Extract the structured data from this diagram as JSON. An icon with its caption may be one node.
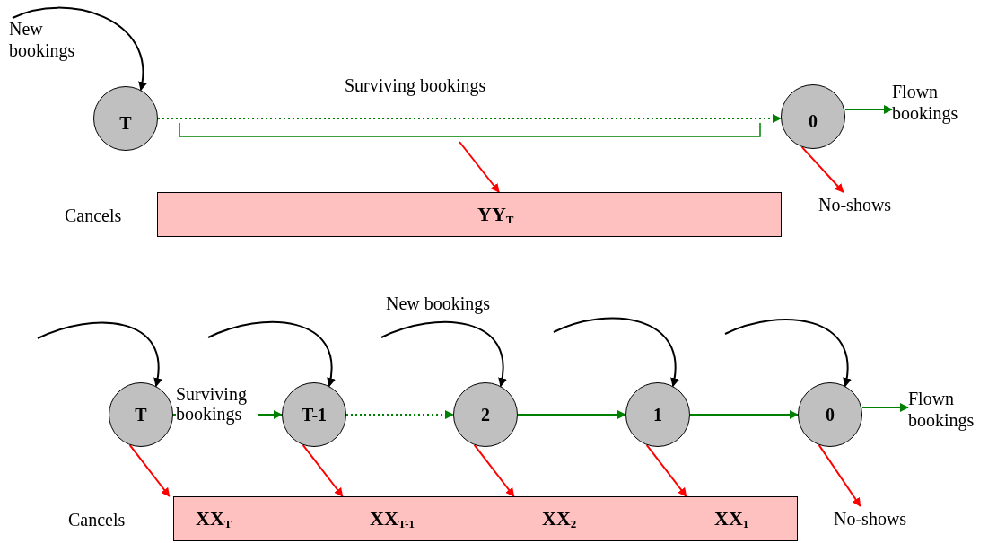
{
  "diagram": {
    "nodes": [
      {
        "text": [
          "New bookings"
        ]
      },
      {
        "text": [
          "T"
        ]
      },
      {
        "text": [
          "0"
        ]
      },
      {
        "text": [
          "Flown bookings"
        ]
      },
      {
        "text": [
          "No-shows"
        ]
      },
      {
        "text": [
          "YY$_{T}$"
        ],
        "beside": [
          "Cancels"
        ]
      },
      {
        "text": [
          "T"
        ]
      },
      {
        "text": [
          "T-1"
        ]
      },
      {
        "text": [
          "2"
        ]
      },
      {
        "text": [
          "1"
        ]
      },
      {
        "text": [
          "0"
        ]
      },
      {
        "text": [
          "Flown bookings"
        ]
      },
      {
        "text": [
          "No-shows"
        ]
      },
      {
        "text": [
          "XX$_{T}$",
          "XX$_{T-1}$",
          "XX$_{2}$",
          "XX$_{1}$"
        ],
        "beside": [
          "Cancels"
        ]
      },
      {
        "text": [],
        "shape": "bracket"
      }
    ],
    "edges": [
      {
        "from": 0,
        "to": 1,
        "arrow": "to",
        "color": "#000000"
      },
      {
        "from": 1,
        "to": 2,
        "arrow": "to",
        "label": "Surviving bookings",
        "style": "dashed",
        "color": "#008000"
      },
      {
        "from": 2,
        "to": 3,
        "arrow": "to",
        "color": "#008000"
      },
      {
        "from": 2,
        "to": 4,
        "arrow": "to",
        "color": "#ff0000"
      },
      {
        "from": 14,
        "to": 5,
        "arrow": "to",
        "color": "#ff0000"
      },
      {
        "from": null,
        "to": 6,
        "arrow": "to",
        "color": "#000000"
      },
      {
        "from": null,
        "to": 7,
        "arrow": "to",
        "color": "#000000"
      },
      {
        "from": null,
        "to": 8,
        "arrow": "to",
        "color": "#000000"
      },
      {
        "from": null,
        "to": 9,
        "arrow": "to",
        "color": "#000000"
      },
      {
        "from": null,
        "to": 10,
        "arrow": "to",
        "color": "#000000"
      },
      {
        "from": 6,
        "to": 7,
        "arrow": "to",
        "label": "Surviving bookings",
        "color": "#008000"
      },
      {
        "from": 7,
        "to": 8,
        "arrow": "to",
        "style": "dashed",
        "color": "#008000"
      },
      {
        "from": 8,
        "to": 9,
        "arrow": "to",
        "color": "#008000"
      },
      {
        "from": 9,
        "to": 10,
        "arrow": "to",
        "color": "#008000"
      },
      {
        "from": 10,
        "to": 11,
        "arrow": "to",
        "color": "#008000"
      },
      {
        "from": 6,
        "to": 13,
        "arrow": "to",
        "color": "#ff0000"
      },
      {
        "from": 7,
        "to": 13,
        "arrow": "to",
        "color": "#ff0000"
      },
      {
        "from": 8,
        "to": 13,
        "arrow": "to",
        "color": "#ff0000"
      },
      {
        "from": 9,
        "to": 13,
        "arrow": "to",
        "color": "#ff0000"
      },
      {
        "from": 10,
        "to": 12,
        "arrow": "to",
        "color": "#ff0000"
      }
    ],
    "labels": [
      "New bookings"
    ]
  }
}
